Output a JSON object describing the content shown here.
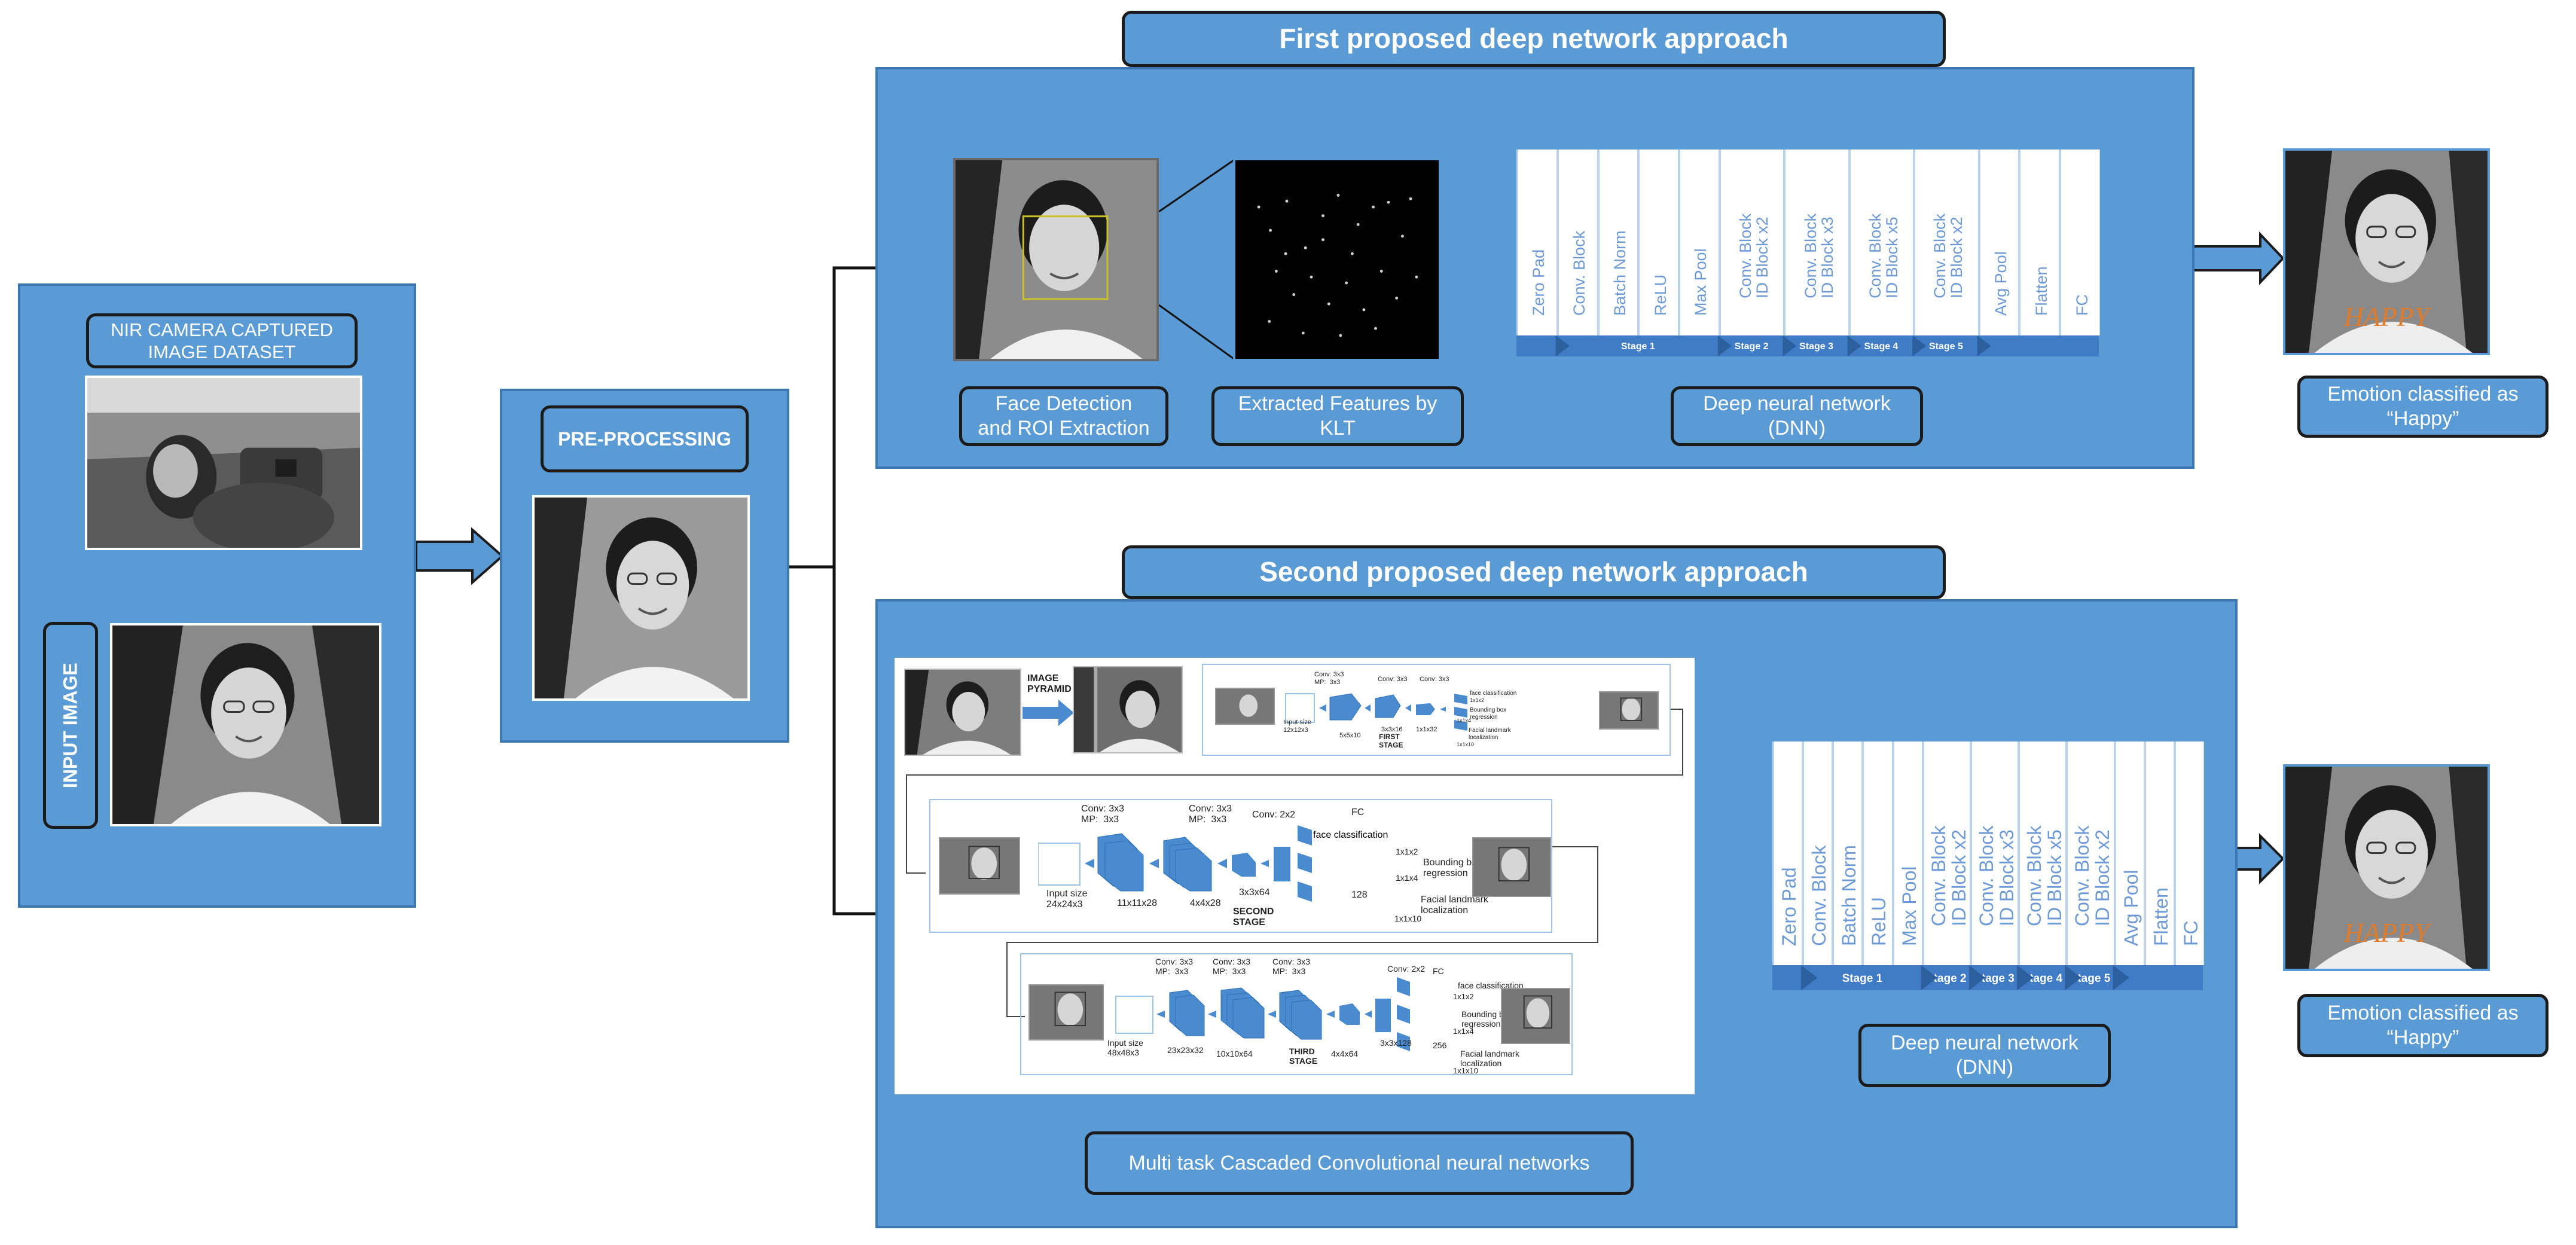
{
  "input_panel": {
    "dataset_label": "NIR CAMERA  CAPTURED\nIMAGE DATASET",
    "input_image_label": "INPUT IMAGE"
  },
  "preprocessing": {
    "label": "PRE-PROCESSING"
  },
  "first_approach": {
    "title": "First proposed deep network approach",
    "face_detection_label": "Face  Detection\nand  ROI Extraction",
    "features_label": "Extracted Features by\nKLT",
    "dnn_label": "Deep   neural network\n(DNN)",
    "result_label": "Emotion classified as\n“Happy”",
    "emotion_text": "HAPPY"
  },
  "second_approach": {
    "title": "Second proposed deep network approach",
    "mtcnn_label": "Multi task Cascaded Convolutional neural networks",
    "dnn_label": "Deep   neural network\n(DNN)",
    "result_label": "Emotion classified as\n“Happy”",
    "emotion_text": "HAPPY"
  },
  "dnn_layers": [
    "Zero Pad",
    "Conv. Block",
    "Batch Norm",
    "ReLU",
    "Max Pool",
    "Conv. Block\nID Block x2",
    "Conv. Block\nID Block x3",
    "Conv. Block\nID Block x5",
    "Conv. Block\nID Block x2",
    "Avg Pool",
    "Flatten",
    "FC"
  ],
  "dnn_stages": [
    "Stage 1",
    "Stage 2",
    "Stage 3",
    "Stage 4",
    "Stage 5"
  ],
  "mtcnn": {
    "pyramid_label": "IMAGE\nPYRAMID",
    "first_stage": {
      "stage": "FIRST\nSTAGE",
      "input": "Input size\n12x12x3",
      "conv1": "Conv: 3x3\nMP:  3x3",
      "size1": "5x5x10",
      "conv2": "Conv: 3x3",
      "size2": "3x3x16",
      "conv3": "Conv: 3x3",
      "size3": "1x1x32",
      "out1": "face classification",
      "out1_size": "1x1x2",
      "out2": "Bounding box\nregression",
      "out2_size": "1x1x4",
      "out3": "Facial landmark\nlocalization",
      "out3_size": "1x1x10"
    },
    "second_stage": {
      "stage": "SECOND\nSTAGE",
      "input": "Input size\n24x24x3",
      "conv1": "Conv: 3x3\nMP:  3x3",
      "size1": "11x11x28",
      "conv2": "Conv: 3x3\nMP:  3x3",
      "size2": "4x4x28",
      "conv3": "Conv: 2x2",
      "size3": "3x3x64",
      "fc": "FC",
      "fc_size": "128",
      "out1": "face classification",
      "out1_size": "1x1x2",
      "out2": "Bounding box\nregression",
      "out2_size": "1x1x4",
      "out3": "Facial landmark\nlocalization",
      "out3_size": "1x1x10"
    },
    "third_stage": {
      "stage": "THIRD\nSTAGE",
      "input": "Input size\n48x48x3",
      "conv1": "Conv: 3x3\nMP:  3x3",
      "size1": "23x23x32",
      "conv2": "Conv: 3x3\nMP:  3x3",
      "size2": "10x10x64",
      "conv3": "Conv: 3x3\nMP:  3x3",
      "size3": "4x4x64",
      "conv4": "Conv: 2x2",
      "size4": "3x3x128",
      "fc": "FC",
      "fc_size": "256",
      "out1": "face classification",
      "out1_size": "1x1x2",
      "out2": "Bounding box\nregression",
      "out2_size": "1x1x4",
      "out3": "Facial landmark\nlocalization",
      "out3_size": "1x1x10"
    }
  },
  "colors": {
    "panel_fill": "#5b9bd5",
    "panel_border": "#3d78b4",
    "label_border": "#1b1b1b",
    "label_text": "#ffffff",
    "emotion_text": "#e07b2a",
    "dnn_layer_text": "#6d9ad6",
    "dnn_stage_bar": "#3f7cc5",
    "mtcnn_block": "#4a8bd0"
  }
}
